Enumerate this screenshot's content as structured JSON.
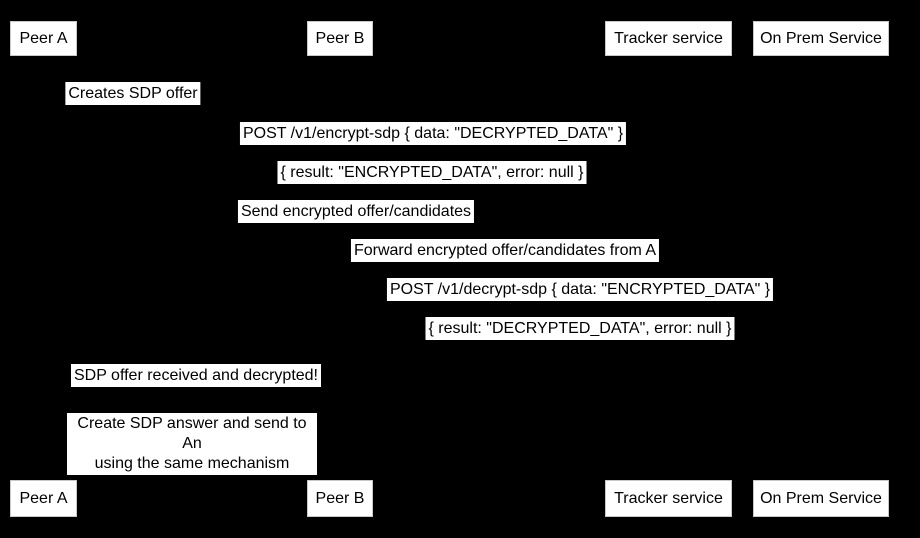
{
  "diagram": {
    "type": "sequence-diagram",
    "participants": [
      {
        "label": "Peer A"
      },
      {
        "label": "Peer B"
      },
      {
        "label": "Tracker service"
      },
      {
        "label": "On Prem Service"
      }
    ],
    "messages": [
      {
        "label": "Creates SDP offer"
      },
      {
        "label": "POST /v1/encrypt-sdp { data: \"DECRYPTED_DATA\" }"
      },
      {
        "label": "{ result: \"ENCRYPTED_DATA\", error: null }"
      },
      {
        "label": "Send encrypted offer/candidates"
      },
      {
        "label": "Forward encrypted offer/candidates from A"
      },
      {
        "label": "POST /v1/decrypt-sdp { data: \"ENCRYPTED_DATA\" }"
      },
      {
        "label": "{ result: \"DECRYPTED_DATA\", error: null }"
      },
      {
        "label": "SDP offer received and decrypted!"
      }
    ],
    "note": {
      "line1": "Create SDP answer and send to An",
      "line2": "using the same mechanism"
    },
    "colors": {
      "background": "#000000",
      "label_background": "#ffffff",
      "label_text": "#000000",
      "actor_fill": "#ffffff",
      "actor_border": "#c8c8c8"
    }
  }
}
